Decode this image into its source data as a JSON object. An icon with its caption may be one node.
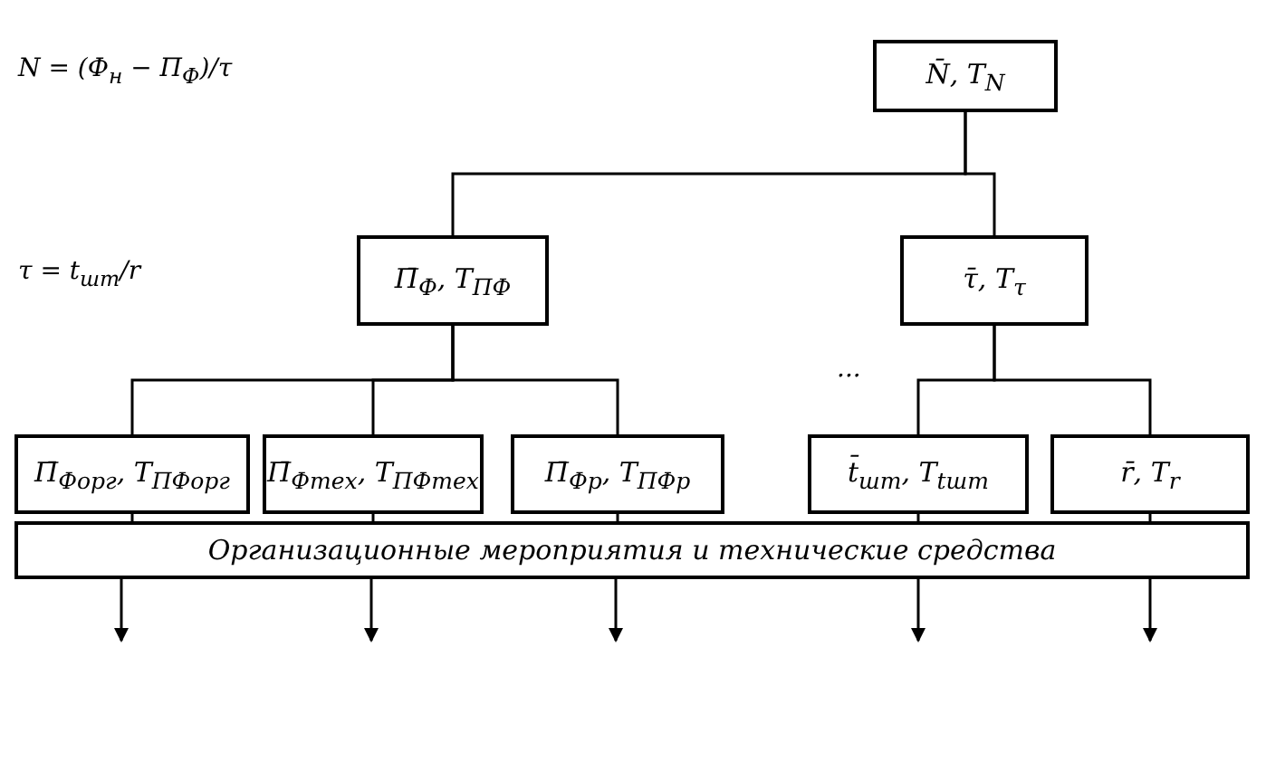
{
  "diagram": {
    "nodes": [
      {
        "text": [
          "N̄, T$_{N}$"
        ]
      },
      {
        "text": [
          "П̄$_{Ф}$, T$_{ПФ}$"
        ]
      },
      {
        "text": [
          "τ̄, T$_{τ}$"
        ]
      },
      {
        "text": [
          "П̄$_{Форг}$, T$_{ПФорг}$"
        ]
      },
      {
        "text": [
          "П̄$_{Фтех}$, T$_{ПФтех}$"
        ]
      },
      {
        "text": [
          "П̄$_{Фр}$, T$_{ПФр}$"
        ]
      },
      {
        "text": [
          "t̄$_{шт}$, T$_{tшт}$"
        ]
      },
      {
        "text": [
          "r̄, T$_{r}$"
        ]
      },
      {
        "text": [
          "Организационные мероприятия и технические средства"
        ]
      }
    ],
    "edges": [
      {
        "from": 0,
        "to": 1,
        "arrow": "none"
      },
      {
        "from": 0,
        "to": 2,
        "arrow": "none"
      },
      {
        "from": 1,
        "to": 3,
        "arrow": "none"
      },
      {
        "from": 1,
        "to": 4,
        "arrow": "none"
      },
      {
        "from": 1,
        "to": 5,
        "arrow": "none"
      },
      {
        "from": 2,
        "to": 6,
        "arrow": "none"
      },
      {
        "from": 2,
        "to": 7,
        "arrow": "none"
      },
      {
        "from": 3,
        "to": 8,
        "arrow": "none"
      },
      {
        "from": 4,
        "to": 8,
        "arrow": "none"
      },
      {
        "from": 5,
        "to": 8,
        "arrow": "none"
      },
      {
        "from": 6,
        "to": 8,
        "arrow": "none"
      },
      {
        "from": 7,
        "to": 8,
        "arrow": "none"
      },
      {
        "from": 8,
        "to": null,
        "arrow": "to"
      },
      {
        "from": 8,
        "to": null,
        "arrow": "to"
      },
      {
        "from": 8,
        "to": null,
        "arrow": "to"
      },
      {
        "from": 8,
        "to": null,
        "arrow": "to"
      },
      {
        "from": 8,
        "to": null,
        "arrow": "to"
      }
    ],
    "labels": [
      "N = (Ф$_{н}$ − П$_{Ф}$)/τ",
      "τ = t$_{шт}$/r",
      "..."
    ]
  }
}
